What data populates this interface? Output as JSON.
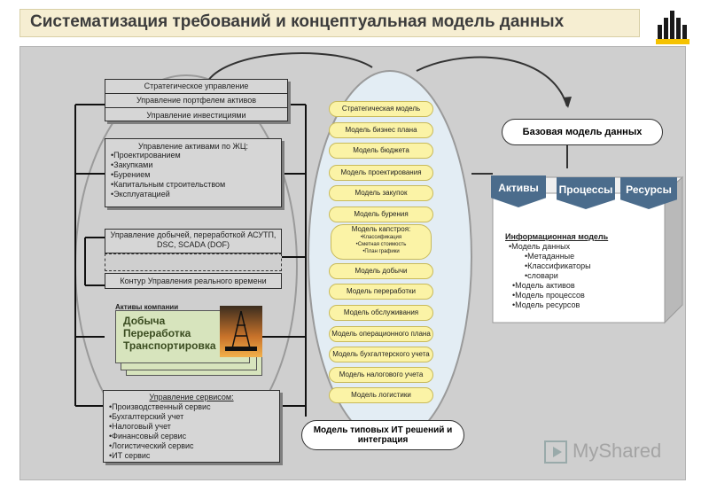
{
  "title": "Систематизация требований и концептуальная модель данных",
  "strategic_box": {
    "items": [
      "Стратегическое управление",
      "Управление портфелем активов",
      "Управление инвестициями"
    ]
  },
  "assets_box": {
    "heading": "Управление активами по ЖЦ:",
    "items": [
      "•Проектированием",
      "•Закупками",
      "•Бурением",
      "•Капитальным строительством",
      "•Эксплуатацией"
    ]
  },
  "production_box": {
    "heading": "Управление добычей, переработкой АСУТП, DSC, SCADA (DOF)",
    "realtime": "Контур Управления реального времени"
  },
  "company_assets": {
    "label": "Активы компании",
    "items": [
      "Добыча",
      "Переработка",
      "Транспортировка"
    ]
  },
  "services_box": {
    "heading": "Управление сервисом:",
    "items": [
      "•Производственный сервис",
      "•Бухгалтерский учет",
      "•Налоговый учет",
      "•Финансовый сервис",
      "•Логистический сервис",
      "•ИТ сервис"
    ]
  },
  "models": [
    "Стратегическая модель",
    "Модель бизнес плана",
    "Модель бюджета",
    "Модель проектирования",
    "Модель закупок",
    "Модель бурения",
    "Модель добычи",
    "Модель переработки",
    "Модель обслуживания",
    "Модель операционного плана",
    "Модель бухгалтерского учета",
    "Модель налогового учета",
    "Модель логистики"
  ],
  "capex_model": {
    "heading": "Модель капстроя:",
    "items": [
      "•Классификация",
      "•Сметная стоимость",
      "•План графики"
    ]
  },
  "typical_it": "Модель типовых ИТ решений и интеграция",
  "base_model": "Базовая модель данных",
  "tabs": [
    "Активы",
    "Процессы",
    "Ресурсы"
  ],
  "info_model": {
    "heading": "Информационная модель",
    "l1": "•Модель данных",
    "sub": [
      "•Метаданные",
      "•Классификаторы",
      "•словари"
    ],
    "others": [
      "•Модель активов",
      "•Модель процессов",
      "•Модель ресурсов"
    ]
  },
  "watermark": "MyShared",
  "colors": {
    "accent_blue": "#4b6c8c",
    "pill_yellow": "#fbf3a6",
    "asset_green": "#d7e4bd",
    "title_bg": "#f6eed2"
  }
}
